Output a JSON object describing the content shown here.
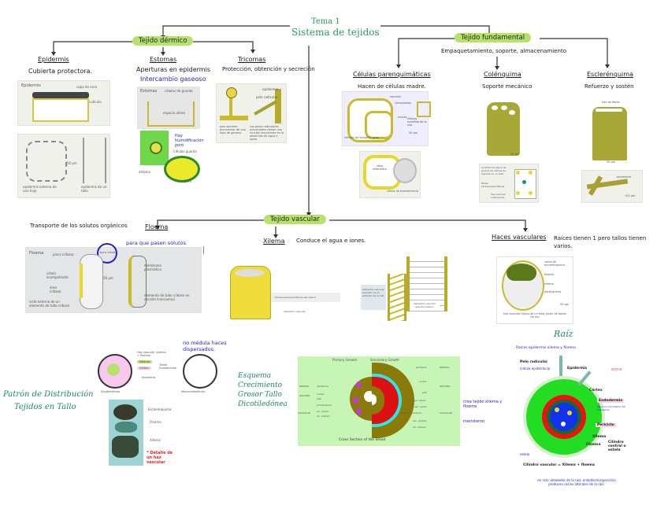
{
  "title": {
    "line1": "Tema 1",
    "line2": "Sistema de tejidos"
  },
  "dermico": {
    "label": "Tejido dérmico",
    "epidermis": {
      "title": "Epidermis",
      "desc": "Cubierta protectora.",
      "img1_label": "Epidermis",
      "img1_note": "capa de cera",
      "img1_cuticle": "cutícula",
      "img2_left": "epidermis externa de una hoja",
      "img2_right": "epidermis de un tallo",
      "img2_scale": "50 µm"
    },
    "estomas": {
      "title": "Estomas",
      "desc": "Aperturas en epidermis",
      "note": "Intercambio gaseoso",
      "img1_label": "Estomas",
      "img1_note": "células de guarda",
      "img1_space": "espacio aéreo",
      "img2_note": "Hay humidificación poro",
      "img2_guard": "Células guarda",
      "img2_nucleus": "núcleo",
      "img2_stoma": "estoma",
      "img2_pore": "poro"
    },
    "tricomas": {
      "title": "Tricomas",
      "desc": "Protección, obtención y secreción",
      "img_a": "pelo secretor pluricelular de una hoja de geranio",
      "img_b": "Los pelos radiculares unicelulares tienen una función importante en la absorción de agua e iones",
      "img_epi": "epidermis",
      "img_root": "pelo radicular"
    }
  },
  "fundamental": {
    "label": "Tejido fundamental",
    "desc": "Empaquetamiento, soporte, almacenamiento",
    "parenquima": {
      "title": "Células parenquimáticas",
      "desc": "Hacen de células madre.",
      "img1_notes": [
        "vacuola",
        "cloroplastos",
        "núcleo",
        "células del mesófilo foliar",
        "células mesófilo de la raíz",
        "50 µm"
      ],
      "img2_vessel": "vaso xilemático",
      "img2_cell": "célula de transferencia"
    },
    "colenquima": {
      "title": "Colénquima",
      "desc": "Soporte mecánico",
      "img2_notes": [
        "localización típica de grupos de células de soporte en un tallo",
        "fibras esclerenquimáticas",
        "haz vascular colénquima"
      ],
      "scale": "20 µm"
    },
    "esclerenquima": {
      "title": "Esclerénquima",
      "desc": "Refuerzo y sostén",
      "img1_note": "haz de fibras",
      "img2_note": "esclereida",
      "scale1": "50 µm",
      "scale2": "100 µm"
    }
  },
  "vascular": {
    "label": "Tejido vascular",
    "floema": {
      "title": "Floema",
      "desc": "Transporte de los solutos orgánicos",
      "note": "para que pasen solutos",
      "img_label": "Floema",
      "img_notes": [
        "placa cribosa",
        "poro criboso",
        "célula acompañante",
        "área cribosa",
        "50 µm",
        "vista externa de un elemento de tubo criboso",
        "membrana plasmática",
        "elemento de tubo criboso en sección transversal"
      ]
    },
    "xilema": {
      "title": "Xilema",
      "desc": "Conduce el agua e iones.",
      "img1_notes": [
        "células parenquimáticas del xilema",
        "elemento vascular"
      ],
      "img2_notes": [
        "elemento vascular pequeño en el extremo de la raíz",
        "elemento vascular grande maduro"
      ]
    },
    "haces": {
      "title": "Haces vasculares",
      "desc": "Raíces tienen 1 pero tallos tienen varios.",
      "img_notes": [
        "vaina de esclerénquima",
        "floema",
        "xilema",
        "parénquima",
        "haz vascular típico de un tallo joven de botón de oro",
        "50 µm"
      ]
    }
  },
  "patron": {
    "title_line1": "Patrón de Distribución",
    "title_line2": "Tejidos en Tallo",
    "note": "no médula haces dispersados.",
    "labels": [
      "Haz vascular (xilema + floema)",
      "Médula",
      "Córtex",
      "Tejido fundamental",
      "Epidermis",
      "Dicotiledónea",
      "Monocotiledónea"
    ],
    "detail_labels": [
      "Esclerénquima",
      "Floema",
      "Xilema"
    ],
    "detail_note": "* Detalle de un haz vascular"
  },
  "esquema": {
    "title_lines": [
      "Esquema",
      "Crecimiento",
      "Grosor Tallo",
      "Dicotiledónea"
    ],
    "header_primary": "Primary Growth",
    "header_secondary": "Secondary Growth",
    "caption": "Cross Section of the Shoot",
    "left_groups": [
      "DERMAL",
      "GROUND",
      "VASCULAR"
    ],
    "left_labels": [
      "epidermis",
      "cortex",
      "pith",
      "procambium",
      "pri. xylem",
      "pri. phloem"
    ],
    "right_labels": [
      "periderm",
      "cortex",
      "pith",
      "pri. xylem",
      "sec. xylem",
      "vascular cambium",
      "sec. phloem",
      "pri. phloem"
    ],
    "right_groups": [
      "DERMAL",
      "GROUND",
      "VASCULAR"
    ],
    "note1": "crea tejido xilema y floema",
    "note2": "meristemo"
  },
  "raiz": {
    "title": "Raíz",
    "top_note": "Raíces epidermis xilema y floema",
    "labels": [
      "Pelo radicular",
      "Epidermis",
      "Córtex",
      "Endodermis",
      "Periciclo",
      "Xilema",
      "Floema",
      "Cilindro central o estela"
    ],
    "pelo_note": "(célula epidérmica)",
    "endo_note": "sigue el crecimiento del transporte",
    "pink_note": "entra",
    "left_note": "estela",
    "bottom_formula": "Cilindro vascular = Xilema + floema",
    "bottom_note": "en raíz: alrededor de la raíz, endodermis/periciclo producen raíces laterales de la raíz."
  },
  "colors": {
    "pill": "#b5e26b",
    "title_green": "#2a9a5a",
    "note_blue": "#2222cc",
    "plant_yellow": "#d6c93a",
    "root_green": "#22dd22",
    "root_red": "#ee1111",
    "root_blue": "#1133ee",
    "scheme_bg": "#c7f5b5"
  }
}
